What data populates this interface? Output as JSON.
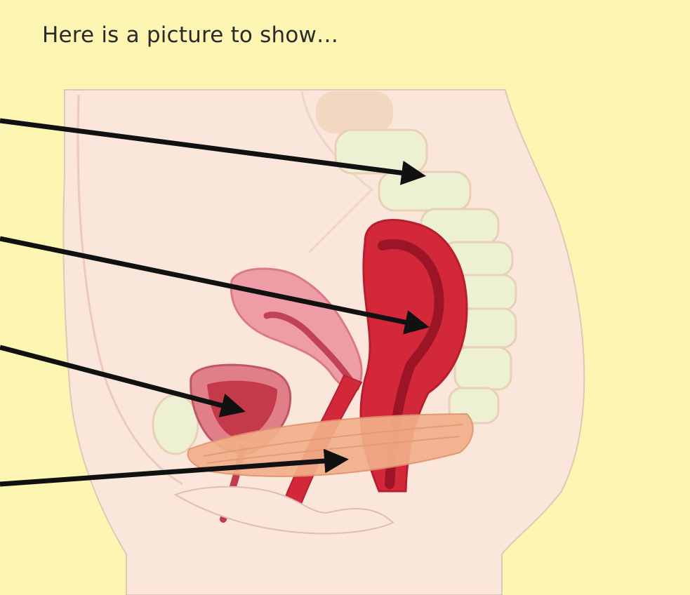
{
  "caption": "Here is a picture to show…",
  "diagram": {
    "subject": "sagittal-section-female-pelvis",
    "arrows": [
      {
        "name": "arrow-sacrum",
        "target": "spine"
      },
      {
        "name": "arrow-rectum",
        "target": "rectum"
      },
      {
        "name": "arrow-bladder",
        "target": "bladder"
      },
      {
        "name": "arrow-pelvic-floor",
        "target": "pelvic-floor-muscle"
      }
    ],
    "colors": {
      "background": "#fdf6b2",
      "skin": "#fbe6dc",
      "bone": "#eef0d4",
      "rectum": "#d3283a",
      "uterus": "#ee9ca6",
      "bladder": "#cc4553",
      "muscle": "#f2b08a",
      "arrow": "#111111"
    }
  }
}
